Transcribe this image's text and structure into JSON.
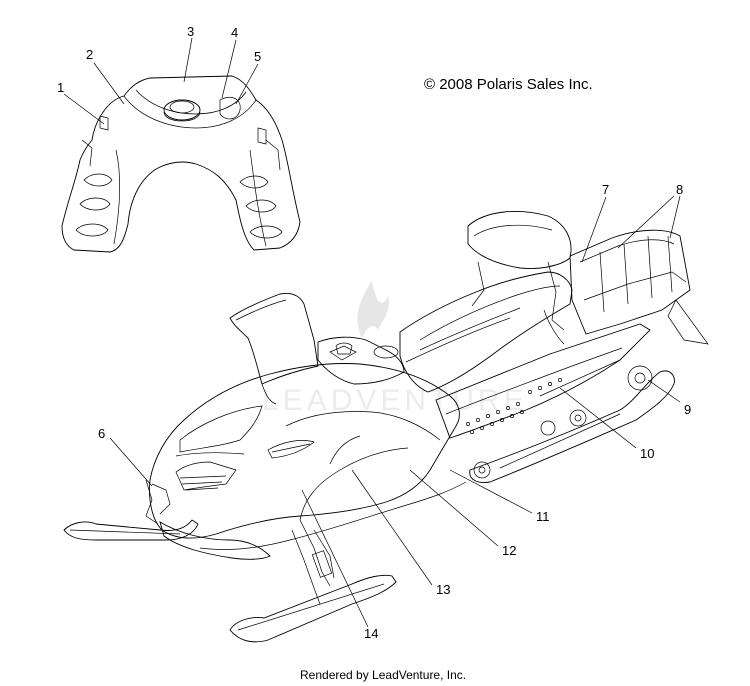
{
  "copyright": "© 2008 Polaris Sales Inc.",
  "footer": "Rendered by LeadVenture, Inc.",
  "watermark": "LEADVENTURE",
  "callouts": [
    "1",
    "2",
    "3",
    "4",
    "5",
    "6",
    "7",
    "8",
    "9",
    "10",
    "11",
    "12",
    "13",
    "14"
  ]
}
